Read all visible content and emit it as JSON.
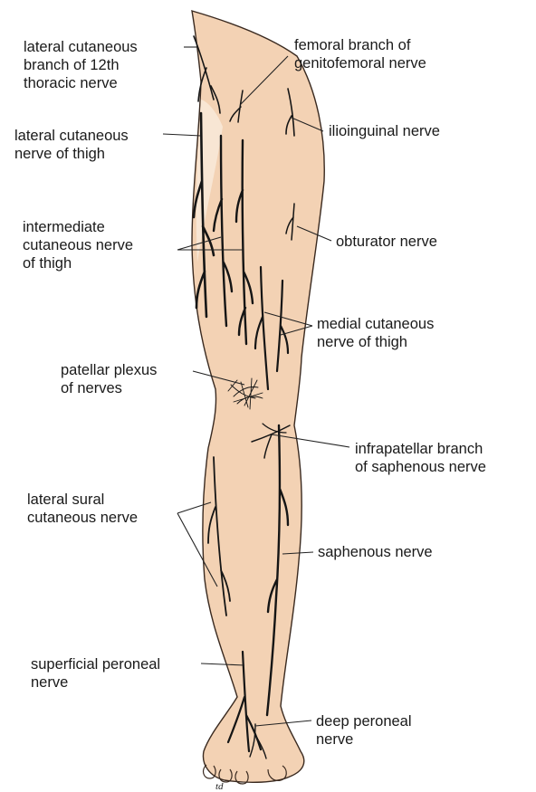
{
  "colors": {
    "skin": "#f3d2b4",
    "skin_shadow": "#e7b894",
    "skin_highlight": "#f8e6d4",
    "nerve": "#151515",
    "leader": "#222222"
  },
  "labels": {
    "lateral_cutaneous_12th": [
      "lateral cutaneous",
      "branch of 12th",
      "thoracic nerve"
    ],
    "femoral_genitofemoral": [
      "femoral branch of",
      "genitofemoral nerve"
    ],
    "ilioinguinal": [
      "ilioinguinal nerve"
    ],
    "lateral_cutaneous_thigh": [
      "lateral cutaneous",
      "nerve of thigh"
    ],
    "intermediate_cutaneous": [
      "intermediate",
      "cutaneous nerve",
      "of thigh"
    ],
    "obturator": [
      "obturator nerve"
    ],
    "medial_cutaneous": [
      "medial cutaneous",
      "nerve of thigh"
    ],
    "patellar_plexus": [
      "patellar plexus",
      "of nerves"
    ],
    "infrapatellar": [
      "infrapatellar branch",
      "of saphenous nerve"
    ],
    "lateral_sural": [
      "lateral sural",
      "cutaneous nerve"
    ],
    "saphenous": [
      "saphenous nerve"
    ],
    "superficial_peroneal": [
      "superficial peroneal",
      "nerve"
    ],
    "deep_peroneal": [
      "deep peroneal",
      "nerve"
    ]
  },
  "signature": "td"
}
